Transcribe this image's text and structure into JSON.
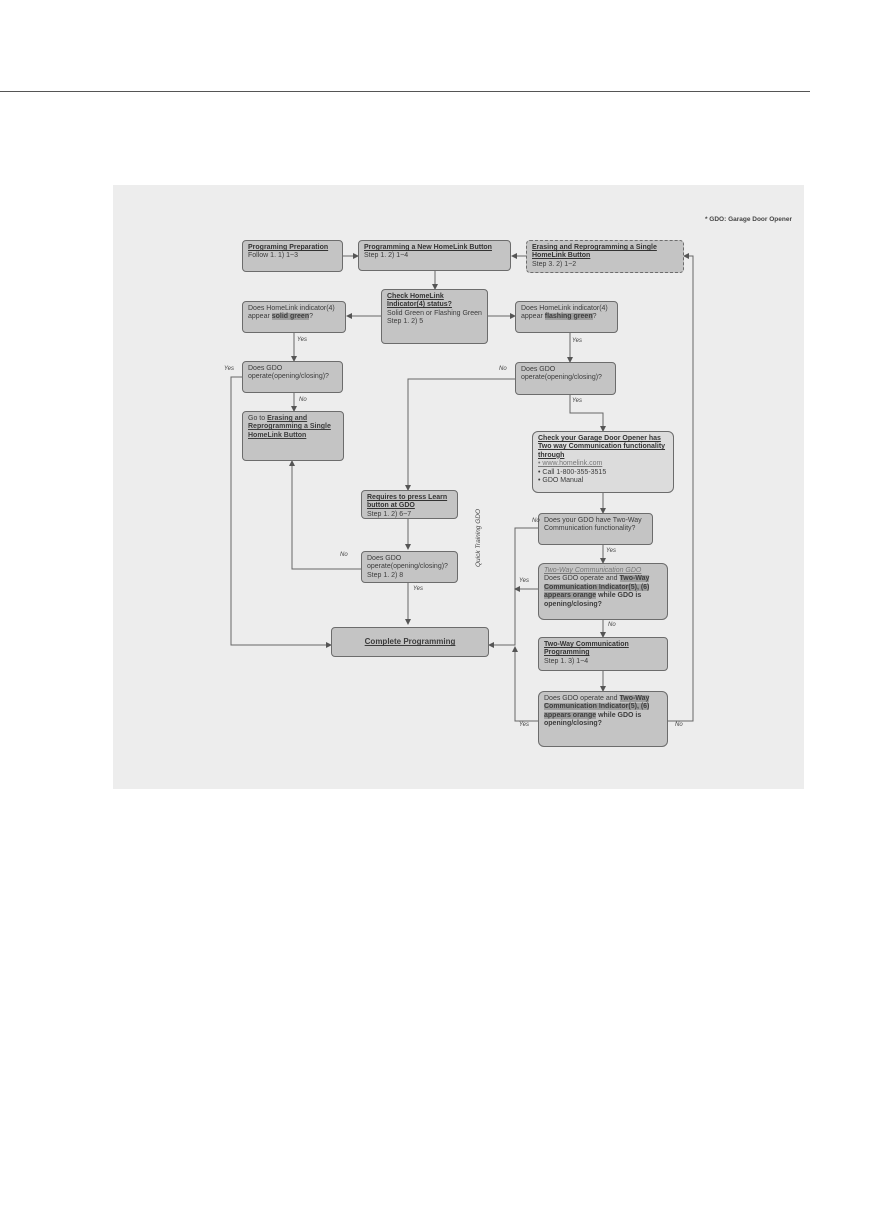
{
  "note": "* GDO: Garage Door Opener",
  "side_label": "Quick Training GDO",
  "nodes": {
    "prep": {
      "title": "Programing Preparation",
      "body": "Follow 1. 1) 1~3"
    },
    "new_button": {
      "title": "Programming a New HomeLink Button",
      "body": "Step 1. 2) 1~4"
    },
    "erasing": {
      "title": "Erasing and Reprogramming a Single HomeLink Button",
      "body": "Step 3. 2) 1~2"
    },
    "check_status": {
      "title": "Check HomeLink Indicator(4) status?",
      "body": "Solid Green or Flashing Green",
      "step": "Step 1. 2) 5"
    },
    "solid_green": {
      "pre": "Does HomeLink indicator(4) appear ",
      "hl": "solid green",
      "post": "?"
    },
    "flashing_green": {
      "pre": "Does HomeLink indicator(4) appear ",
      "hl": "flashing green",
      "post": "?"
    },
    "gdo_left": {
      "body": "Does GDO operate(opening/closing)?"
    },
    "gdo_right": {
      "body": "Does GDO operate(opening/closing)?"
    },
    "goto_erasing": {
      "pre": "Go to ",
      "link": "Erasing and Reprogramming a Single HomeLink Button"
    },
    "check_opener": {
      "title": "Check your Garage Door Opener has Two way Communication functionality through",
      "items": [
        "• www.homelink.com",
        "• Call 1-800-355-3515",
        "• GDO Manual"
      ]
    },
    "learn_button": {
      "title": "Requires to press Learn button at GDO",
      "body": "Step 1. 2) 6~7"
    },
    "two_way_q": {
      "body": "Does your GDO have Two-Way Communication functionality?"
    },
    "gdo_middle": {
      "body": "Does GDO operate(opening/closing)?",
      "step": "Step 1. 2) 8"
    },
    "two_way_gdo": {
      "title": "Two-Way Communication GDO",
      "pre": "Does GDO operate and ",
      "hl": "Two-Way Communication Indicator(5), (6) appears orange",
      "post": " while GDO is opening/closing?"
    },
    "two_way_prog": {
      "title": "Two-Way Communication Programming",
      "body": "Step 1. 3) 1~4"
    },
    "final_q": {
      "pre": "Does GDO operate and ",
      "hl": "Two-Way Communication Indicator(5), (6) appears orange",
      "post": " while GDO is opening/closing?"
    },
    "complete": {
      "title": "Complete Programming"
    }
  },
  "labels": {
    "yes_1": "Yes",
    "yes_2": "Yes",
    "yes_3": "Yes",
    "yes_4": "Yes",
    "yes_5": "Yes",
    "yes_6": "Yes",
    "yes_7": "Yes",
    "yes_8": "Yes",
    "no_1": "No",
    "no_2": "No",
    "no_3": "No",
    "no_4": "No",
    "no_5": "No",
    "no_6": "No"
  }
}
